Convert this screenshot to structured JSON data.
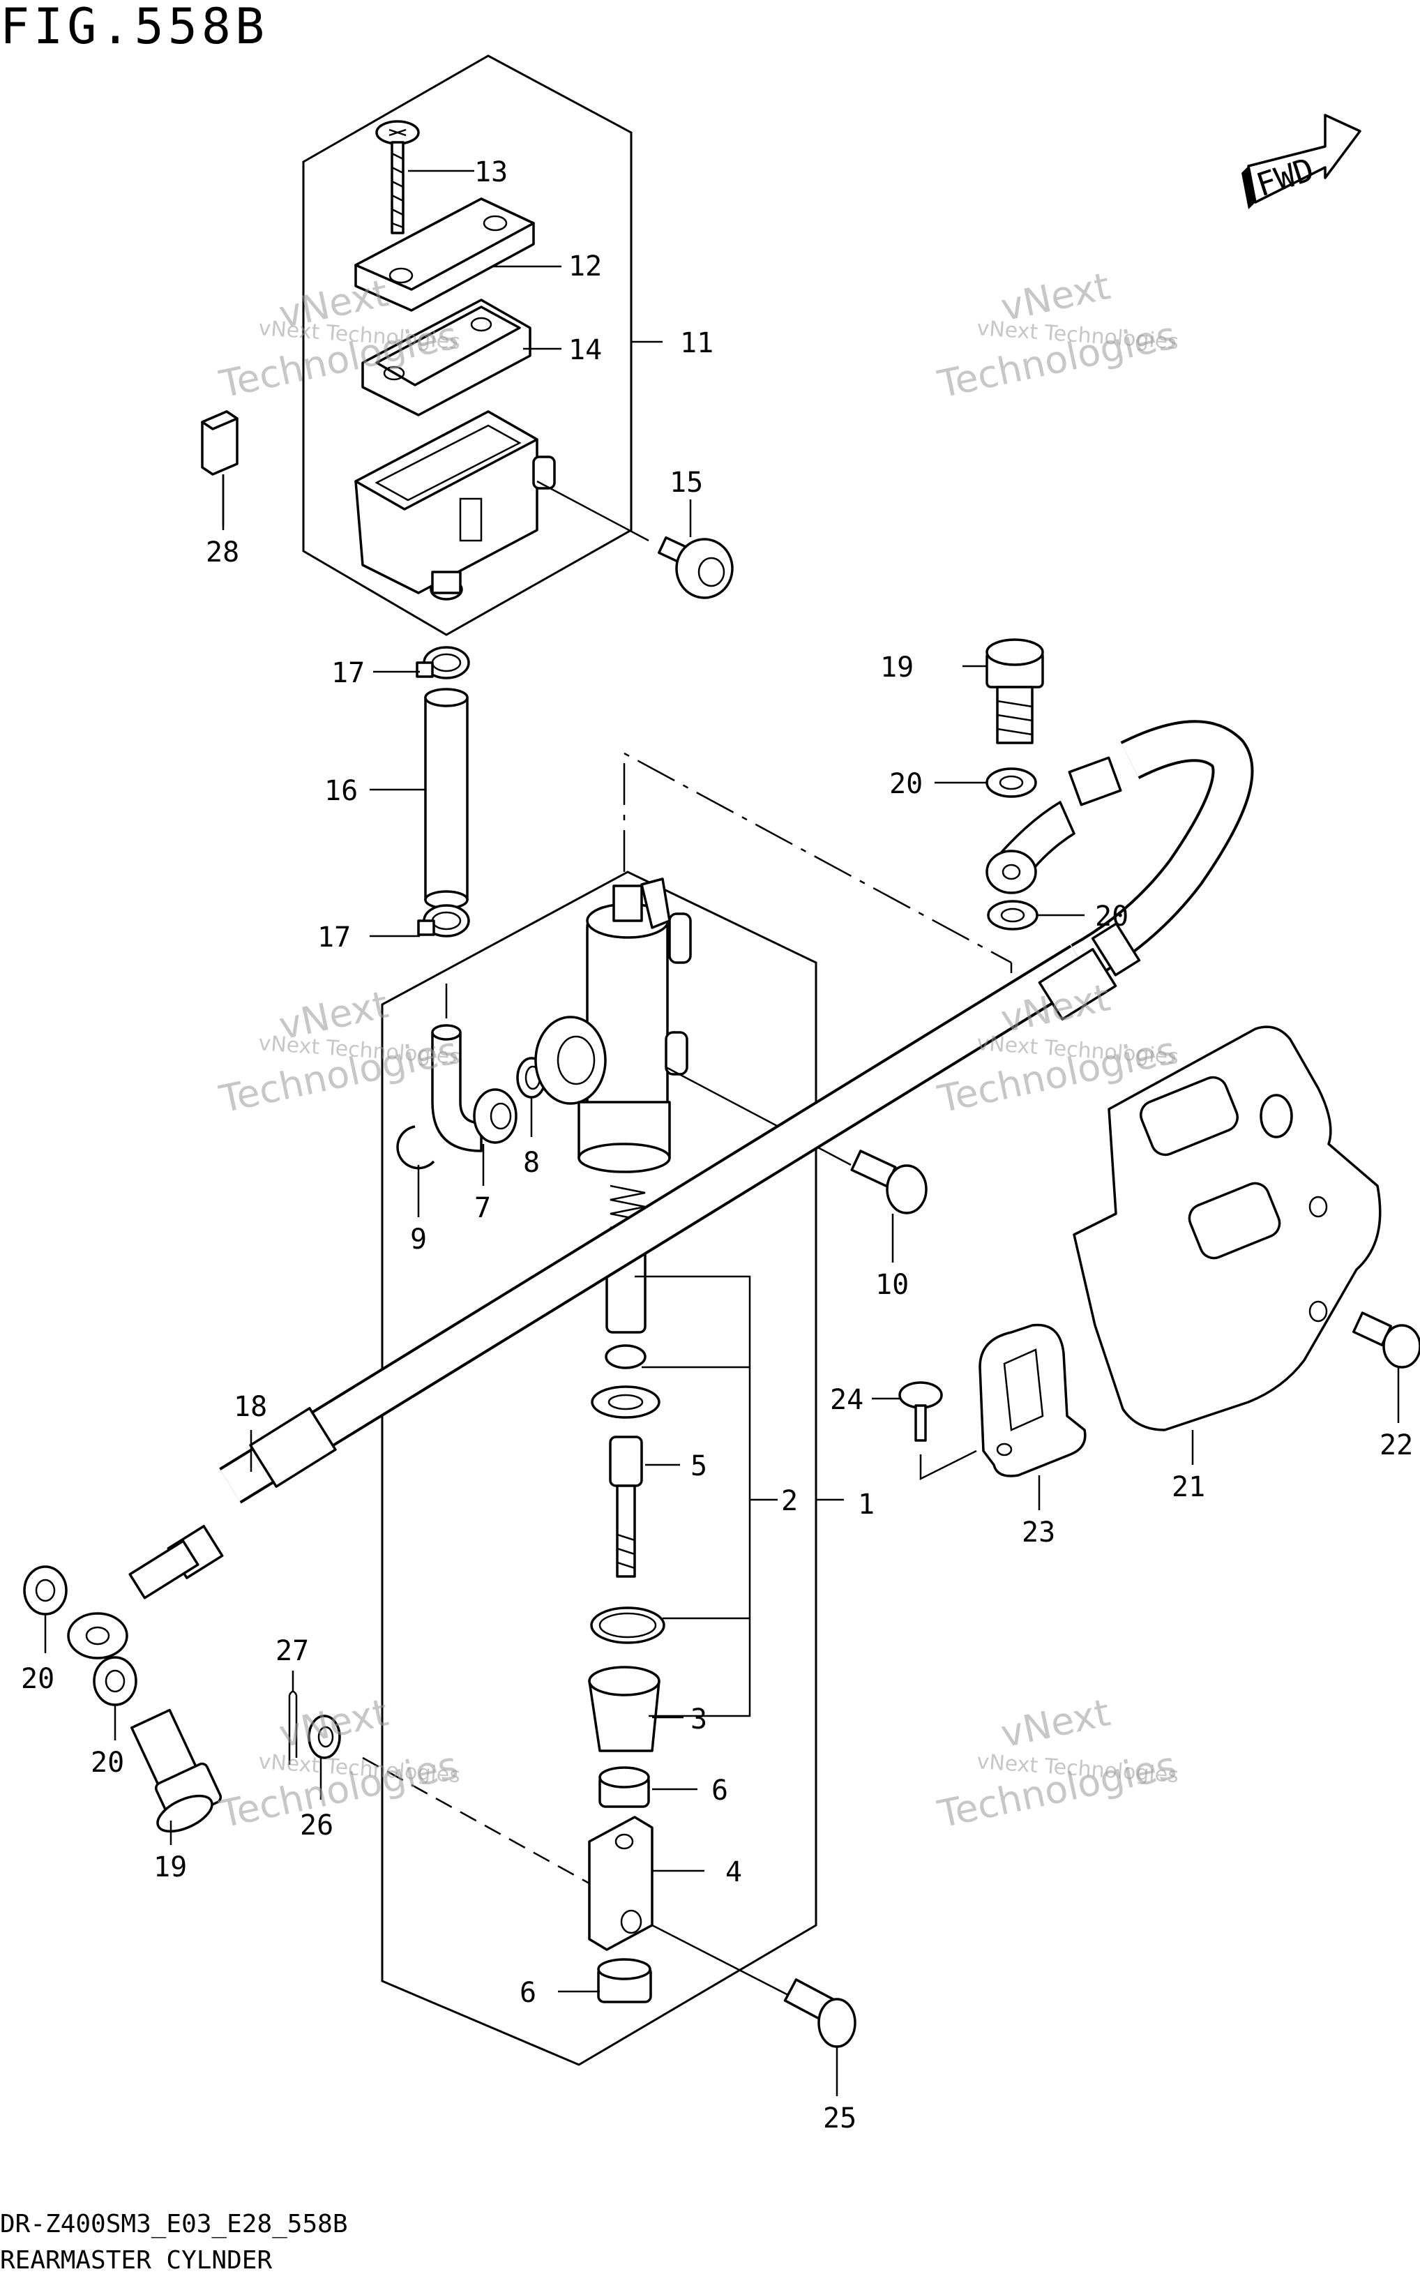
{
  "figure": {
    "title": "FIG.558B",
    "code": "DR-Z400SM3_E03_E28_558B",
    "caption": "REARMASTER CYLNDER",
    "direction_badge": "FWD",
    "watermark_line1": "vNext Technologies",
    "watermark_line2": "Technologies",
    "watermark_word": "vNext"
  },
  "callouts": {
    "p1": "1",
    "p2": "2",
    "p3": "3",
    "p4": "4",
    "p5": "5",
    "p6a": "6",
    "p6b": "6",
    "p7": "7",
    "p8": "8",
    "p9": "9",
    "p10": "10",
    "p11": "11",
    "p12": "12",
    "p13": "13",
    "p14": "14",
    "p15": "15",
    "p16": "16",
    "p17a": "17",
    "p17b": "17",
    "p18": "18",
    "p19a": "19",
    "p19b": "19",
    "p20a": "20",
    "p20b": "20",
    "p20c": "20",
    "p20d": "20",
    "p21": "21",
    "p22": "22",
    "p23": "23",
    "p24": "24",
    "p25": "25",
    "p26": "26",
    "p27": "27",
    "p28": "28"
  }
}
